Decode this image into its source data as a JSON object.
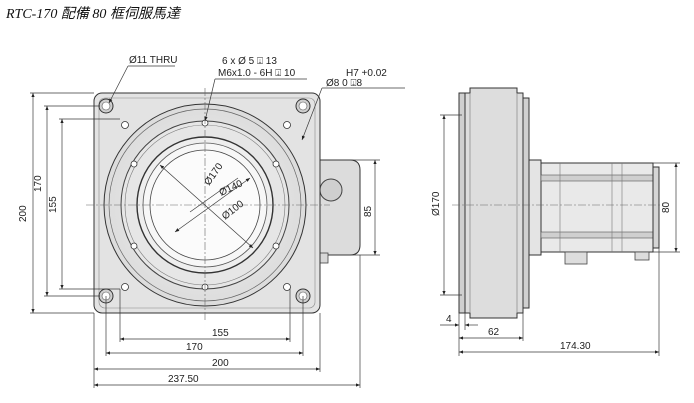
{
  "title": "RTC-170 配備 80 框伺服馬達",
  "callouts": {
    "thru_hole": "Ø11 THRU",
    "holes_line1": "6 x  Ø 5 ⍗ 13",
    "holes_line2": "M6x1.0 - 6H ⍗ 10",
    "pin_line1": "H7 +0.02",
    "pin_line2": "Ø8      0    ⍗8"
  },
  "front_view": {
    "dia_outer": "Ø170",
    "dia_mid": "Ø140",
    "dia_inner": "Ø100",
    "left_200": "200",
    "left_170": "170",
    "left_155": "155",
    "right_85": "85",
    "bottom_155": "155",
    "bottom_170": "170",
    "bottom_200": "200",
    "bottom_237": "237.50"
  },
  "side_view": {
    "dia_170": "Ø170",
    "motor_80": "80",
    "dim_4": "4",
    "dim_62": "62",
    "dim_174": "174.30"
  }
}
